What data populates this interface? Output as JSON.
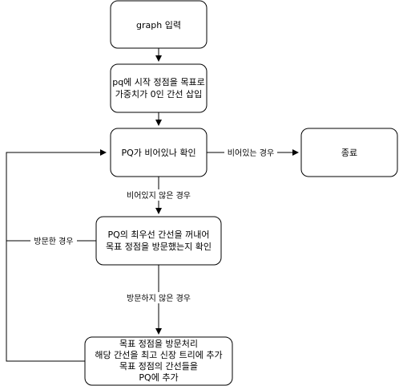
{
  "nodes": {
    "input": {
      "lines": [
        "graph 입력"
      ]
    },
    "init": {
      "lines": [
        "pq에 시작 정점을 목표로",
        "가중치가 0인 간선 삽입"
      ]
    },
    "check_empty": {
      "lines": [
        "PQ가 비어있나 확인"
      ]
    },
    "end": {
      "lines": [
        "종료"
      ]
    },
    "pop_check": {
      "lines": [
        "PQ의 최우선 간선을 꺼내어",
        "목표 정점을 방문했는지 확인"
      ]
    },
    "visit": {
      "lines": [
        "목표 정점을 방문처리",
        "해당 간선을 최고 신장 트리에 추가",
        "목표 정점의 간선들을",
        "PQ에 추가"
      ]
    }
  },
  "edge_labels": {
    "empty": "비어있는 경우",
    "not_empty": "비어있지 않은 경우",
    "visited": "방문한 경우",
    "not_visited": "방문하지 않은 경우"
  },
  "colors": {
    "stroke": "#000000",
    "fill": "#ffffff"
  }
}
